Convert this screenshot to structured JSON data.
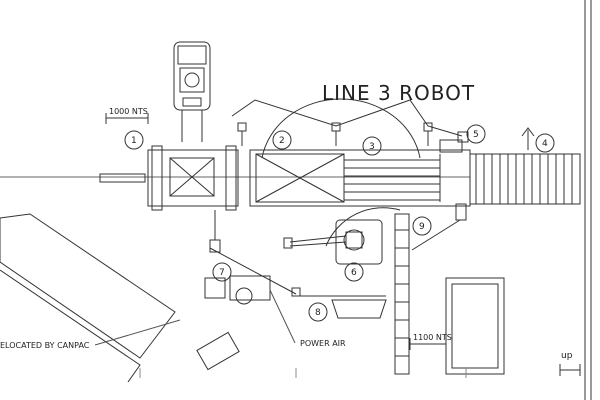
{
  "drawing": {
    "title": "LINE 3 ROBOT",
    "dimensions": [
      "1000 NTS",
      "1100 NTS"
    ],
    "notes": [
      "ELOCATED BY CANPAC",
      "POWER AIR"
    ],
    "callouts": [
      "1",
      "2",
      "3",
      "4",
      "5",
      "6",
      "7",
      "8",
      "9"
    ],
    "up_label": "up"
  }
}
